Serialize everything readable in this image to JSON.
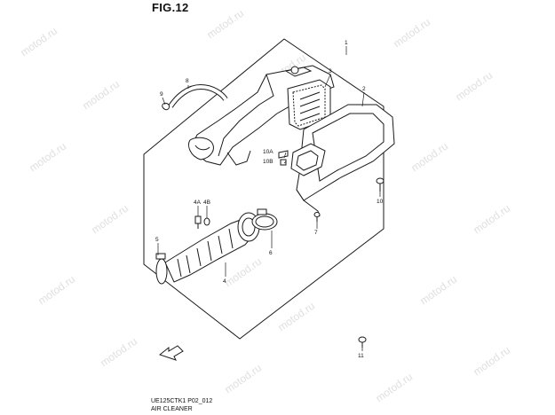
{
  "figure": {
    "title": "FIG.12",
    "caption_code": "UE125CTK1 P02_012",
    "caption_name": "AIR CLEANER"
  },
  "watermark": "motod.ru",
  "callouts": {
    "c1": "1",
    "c2": "2",
    "c3": "3",
    "c4": "4",
    "c4a": "4A",
    "c4b": "4B",
    "c5": "5",
    "c6": "6",
    "c7": "7",
    "c8": "8",
    "c9": "9",
    "c10": "10",
    "c10a": "10A",
    "c10b": "10B",
    "c11": "11"
  },
  "colors": {
    "line": "#1a1a1a",
    "watermark": "#e0e0e0",
    "background": "#ffffff"
  }
}
